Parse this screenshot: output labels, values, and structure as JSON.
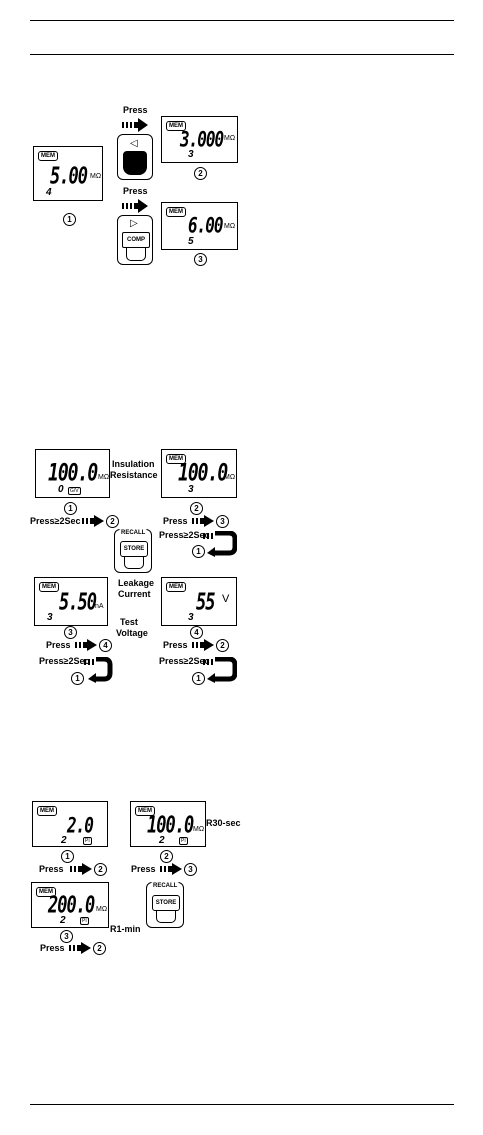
{
  "section1": {
    "press_label_a": "Press",
    "press_label_b": "Press",
    "screen1": {
      "mem": "MEM",
      "value": "5.00",
      "unit": "MΩ",
      "sub": "4",
      "num": "1"
    },
    "screen2": {
      "mem": "MEM",
      "value": "3.000",
      "unit": "MΩ",
      "sub": "3",
      "num": "2"
    },
    "screen3": {
      "mem": "MEM",
      "value": "6.00",
      "unit": "MΩ",
      "sub": "5",
      "num": "3"
    },
    "left_button_glyph": "◁",
    "comp_button_glyph": "▷",
    "comp_button_label": "COMP"
  },
  "section2": {
    "label_insulation": "Insulation",
    "label_resistance": "Resistance",
    "label_leakage": "Leakage",
    "label_current": "Current",
    "label_test": "Test",
    "label_voltage": "Voltage",
    "screen1": {
      "value": "100.0",
      "unit": "MΩ",
      "sub": "0",
      "tag": "G/V",
      "num": "1"
    },
    "screen2": {
      "mem": "MEM",
      "value": "100.0",
      "unit": "MΩ",
      "sub": "3",
      "num": "2"
    },
    "screen3": {
      "mem": "MEM",
      "value": "5.50",
      "unit": "nA",
      "sub": "3",
      "num": "3"
    },
    "screen4": {
      "mem": "MEM",
      "value": "55",
      "unit": "V",
      "sub": "3",
      "num": "4"
    },
    "press1": "Press≥2Sec",
    "press1_target": "2",
    "press2": "Press",
    "press2_target": "3",
    "press3": "Press≥2Sec",
    "press3_target": "1",
    "press4": "Press",
    "press4_target": "4",
    "press5": "Press≥2Sec",
    "press5_target": "1",
    "press6": "Press",
    "press6_target": "2",
    "press7": "Press≥2Sec",
    "press7_target": "1",
    "recall_label": "RECALL",
    "store_label": "STORE"
  },
  "section3": {
    "label_r30": "R30-sec",
    "label_r1": "R1-min",
    "screen1": {
      "mem": "MEM",
      "value": "2.0",
      "sub": "2",
      "tag": "PI",
      "num": "1"
    },
    "screen2": {
      "mem": "MEM",
      "value": "100.0",
      "unit": "MΩ",
      "sub": "2",
      "tag": "PI",
      "num": "2"
    },
    "screen3": {
      "mem": "MEM",
      "value": "200.0",
      "unit": "MΩ",
      "sub": "2",
      "tag": "PI",
      "num": "3"
    },
    "press1": "Press",
    "press1_target": "2",
    "press2": "Press",
    "press2_target": "3",
    "press3": "Press",
    "press3_target": "2",
    "recall_label": "RECALL",
    "store_label": "STORE"
  }
}
